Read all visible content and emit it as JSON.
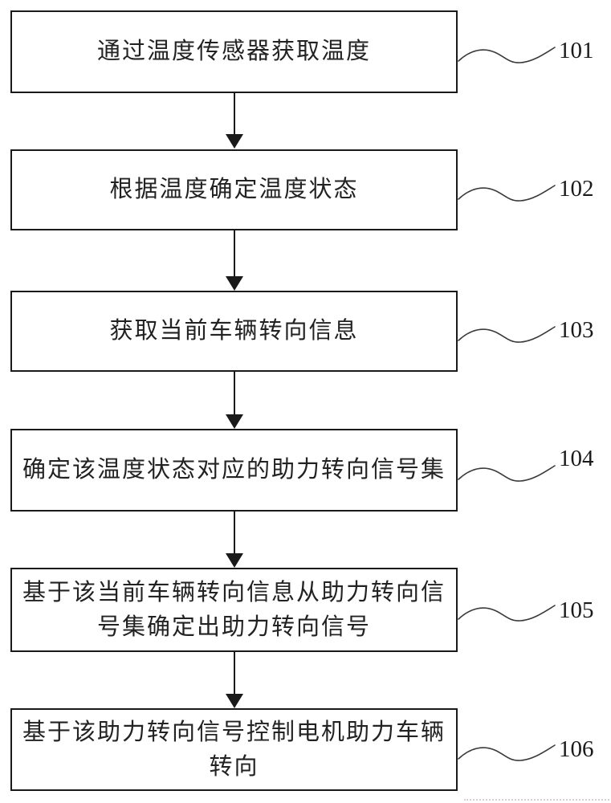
{
  "figure": {
    "background": "#ffffff",
    "line_color": "#1a1a1a"
  },
  "steps": [
    {
      "text": "通过温度传感器获取温度",
      "ref": "101"
    },
    {
      "text": "根据温度确定温度状态",
      "ref": "102"
    },
    {
      "text": "获取当前车辆转向信息",
      "ref": "103"
    },
    {
      "text": "确定该温度状态对应的助力转向信号集",
      "ref": "104"
    },
    {
      "text": "基于该当前车辆转向信息从助力转向信\n号集确定出助力转向信号",
      "ref": "105"
    },
    {
      "text": "基于该助力转向信号控制电机助力车辆\n转向",
      "ref": "106"
    }
  ]
}
